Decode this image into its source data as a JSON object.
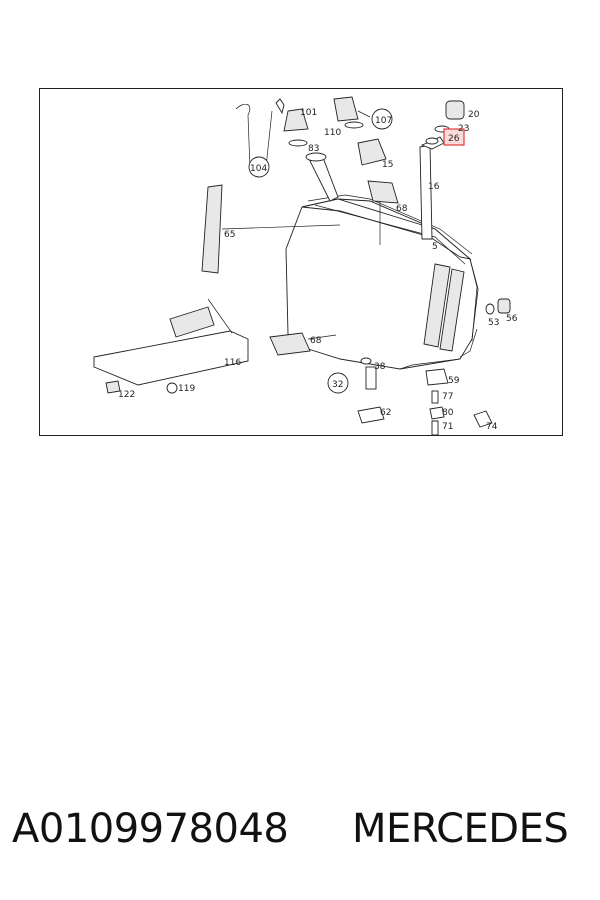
{
  "diagram": {
    "callouts": {
      "c101": "101",
      "c110": "110",
      "c107": "107",
      "c83": "83",
      "c104": "104",
      "c15": "15",
      "c20": "20",
      "c23": "23",
      "c26": "26",
      "c16": "16",
      "c68a": "68",
      "c5": "5",
      "c65": "65",
      "c53": "53",
      "c56": "56",
      "c68b": "68",
      "c116": "116",
      "c38": "38",
      "c32": "32",
      "c59": "59",
      "c77": "77",
      "c62": "62",
      "c80": "80",
      "c71": "71",
      "c74": "74",
      "c119": "119",
      "c122": "122"
    },
    "highlight_color": "#e23b3b"
  },
  "footer": {
    "part_number": "A0109978048",
    "brand": "MERCEDES"
  }
}
